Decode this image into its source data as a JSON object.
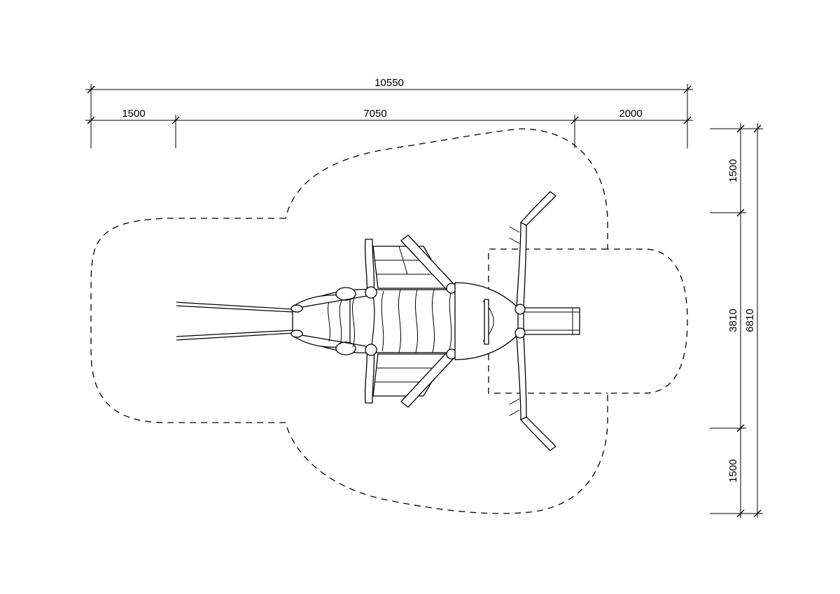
{
  "dimensions": {
    "overall_length": "10550",
    "left_zone": "1500",
    "structure_length": "7050",
    "right_zone": "2000",
    "top_zone": "1500",
    "structure_width": "3810",
    "bottom_zone": "1500",
    "overall_width": "6810"
  }
}
